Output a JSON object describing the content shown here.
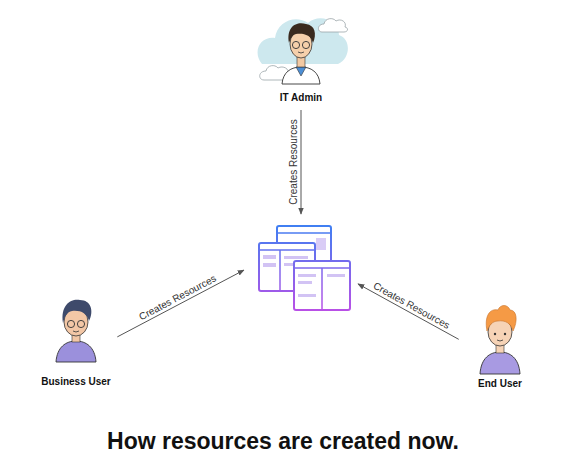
{
  "diagram": {
    "caption": "How resources are created now.",
    "nodes": [
      {
        "text": [
          "IT Admin"
        ]
      },
      {
        "text": []
      },
      {
        "text": [
          "Business User"
        ]
      },
      {
        "text": [
          "End User"
        ]
      }
    ],
    "edges": [
      {
        "from": 0,
        "to": 1,
        "label": "Creates Resources",
        "arrow": "to"
      },
      {
        "from": 2,
        "to": 1,
        "label": "Creates Resources",
        "arrow": "to"
      },
      {
        "from": 3,
        "to": 1,
        "label": "Creates Resources",
        "arrow": "to"
      }
    ]
  }
}
